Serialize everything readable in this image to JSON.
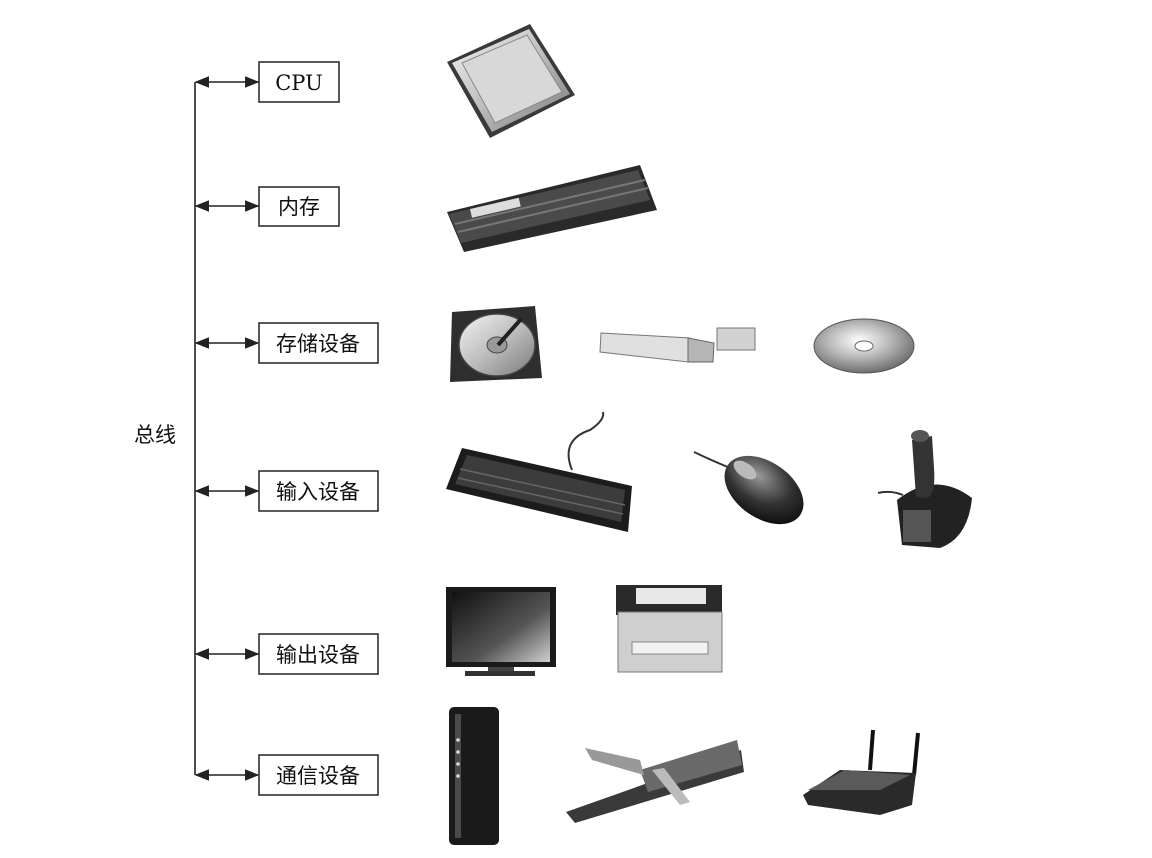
{
  "bus": {
    "label": "总线"
  },
  "components": [
    {
      "label": "CPU",
      "devices": [
        "cpu-chip-icon"
      ]
    },
    {
      "label": "内存",
      "devices": [
        "ram-modules-icon"
      ]
    },
    {
      "label": "存储设备",
      "devices": [
        "hard-disk-icon",
        "usb-flash-drive-icon",
        "optical-disc-icon"
      ]
    },
    {
      "label": "输入设备",
      "devices": [
        "keyboard-icon",
        "mouse-icon",
        "joystick-icon"
      ]
    },
    {
      "label": "输出设备",
      "devices": [
        "monitor-icon",
        "printer-icon"
      ]
    },
    {
      "label": "通信设备",
      "devices": [
        "modem-icon",
        "network-card-icon",
        "wireless-router-icon"
      ]
    }
  ]
}
